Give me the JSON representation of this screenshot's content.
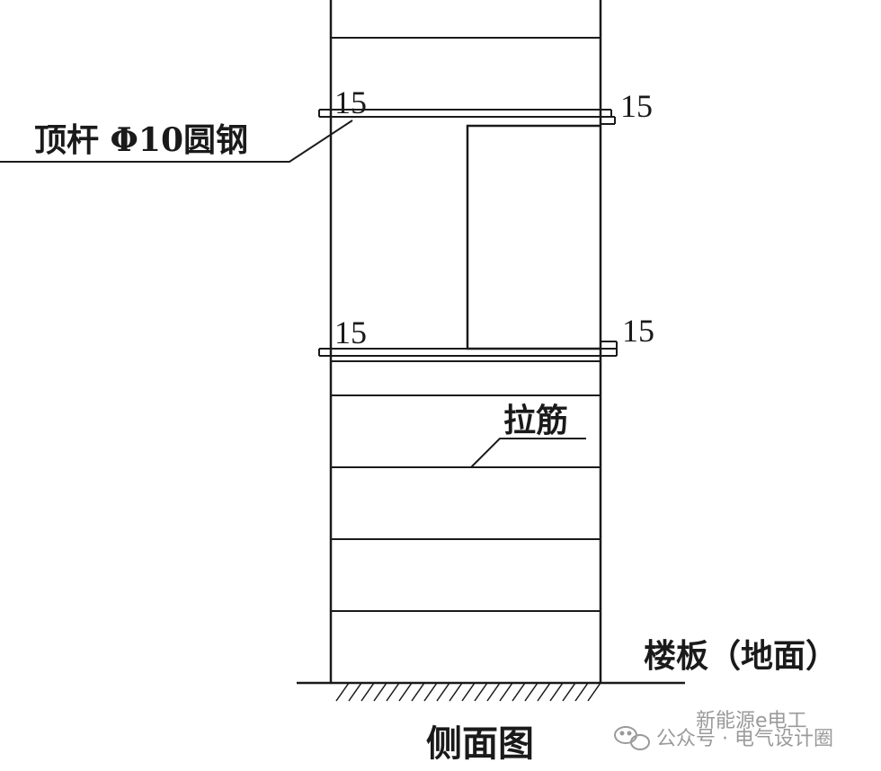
{
  "labels": {
    "top_rod": "顶杆 Φ10圆钢",
    "dim_top_left": "15",
    "dim_top_right": "15",
    "dim_mid_left": "15",
    "dim_mid_right": "15",
    "tie_bar": "拉筋",
    "floor": "楼板（地面）",
    "view_title": "侧面图"
  },
  "watermark": {
    "line1": "新能源e电工",
    "line2": "公众号 · 电气设计圈",
    "icon": "wechat-icon"
  },
  "colors": {
    "line": "#1a1a1a",
    "watermark": "#9a9a9a"
  }
}
